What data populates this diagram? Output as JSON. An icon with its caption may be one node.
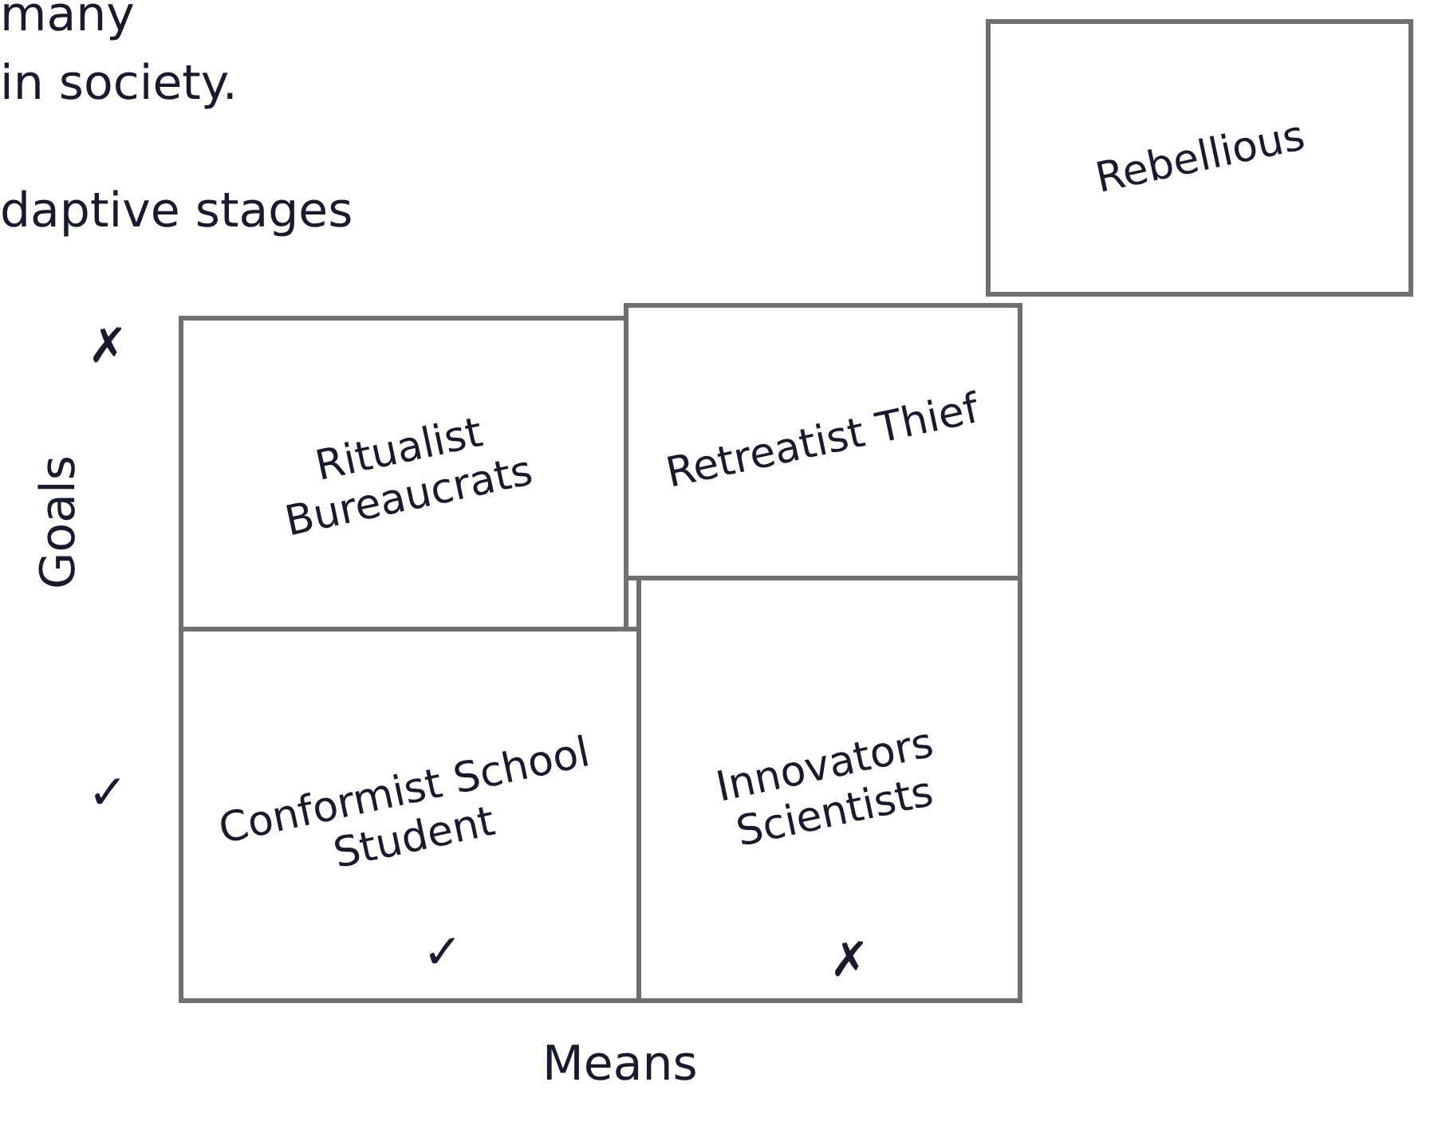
{
  "diagram": {
    "nodes": [
      {
        "text": [
          "Rebellious"
        ]
      },
      {
        "text": [
          "Ritualist Bureaucrats"
        ]
      },
      {
        "text": [
          "Retreatist Thief"
        ]
      },
      {
        "text": [
          "Conformist School Student"
        ]
      },
      {
        "text": [
          "Innovators Scientists"
        ]
      }
    ],
    "labels": [
      "many",
      "in society.",
      "daptive stages",
      "✗",
      "Goals",
      "✓",
      "✓",
      "✗",
      "Means"
    ]
  }
}
